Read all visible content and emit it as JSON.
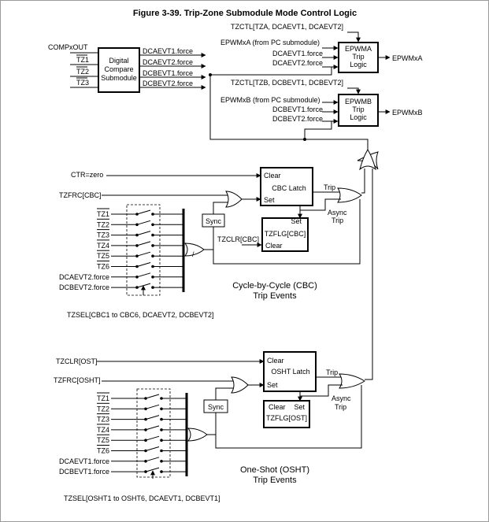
{
  "title": "Figure 3-39. Trip-Zone Submodule Mode Control Logic",
  "dc": {
    "inputs": [
      "COMPxOUT",
      "TZ1",
      "TZ2",
      "TZ3"
    ],
    "box": [
      "Digital",
      "Compare",
      "Submodule"
    ],
    "outputs": [
      "DCAEVT1.force",
      "DCAEVT2.force",
      "DCBEVT1.force",
      "DCBEVT2.force"
    ]
  },
  "epwma": {
    "tzctl": "TZCTL[TZA, DCAEVT1, DCAEVT2]",
    "inputs": [
      "EPWMxA (from PC submodule)",
      "DCAEVT1.force",
      "DCAEVT2.force"
    ],
    "box": [
      "EPWMA",
      "Trip",
      "Logic"
    ],
    "output": "EPWMxA"
  },
  "epwmb": {
    "tzctl": "TZCTL[TZB, DCBEVT1, DCBEVT2]",
    "inputs": [
      "EPWMxB (from PC submodule)",
      "DCBEVT1.force",
      "DCBEVT2.force"
    ],
    "box": [
      "EPWMB",
      "Trip",
      "Logic"
    ],
    "output": "EPWMxB"
  },
  "cbc": {
    "ctr": "CTR=zero",
    "tzfrc": "TZFRC[CBC]",
    "latch": {
      "clear": "Clear",
      "name": "CBC Latch",
      "set": "Set"
    },
    "sync": "Sync",
    "tzflg": {
      "set": "Set",
      "name": "TZFLG[CBC]",
      "clear": "Clear"
    },
    "tzclr": "TZCLR[CBC]",
    "trip": "Trip",
    "async": [
      "Async",
      "Trip"
    ],
    "inputs": [
      "TZ1",
      "TZ2",
      "TZ3",
      "TZ4",
      "TZ5",
      "TZ6",
      "DCAEVT2.force",
      "DCBEVT2.force"
    ],
    "tzsel": "TZSEL[CBC1 to CBC6, DCAEVT2, DCBEVT2]",
    "label": [
      "Cycle-by-Cycle (CBC)",
      "Trip Events"
    ]
  },
  "osht": {
    "tzclr": "TZCLR[OST]",
    "tzfrc": "TZFRC[OSHT]",
    "latch": {
      "clear": "Clear",
      "name": "OSHT Latch",
      "set": "Set"
    },
    "sync": "Sync",
    "tzflg": {
      "clear": "Clear",
      "set": "Set",
      "name": "TZFLG[OST]"
    },
    "trip": "Trip",
    "async": [
      "Async",
      "Trip"
    ],
    "inputs": [
      "TZ1",
      "TZ2",
      "TZ3",
      "TZ4",
      "TZ5",
      "TZ6",
      "DCAEVT1.force",
      "DCBEVT1.force"
    ],
    "tzsel": "TZSEL[OSHT1 to OSHT6, DCAEVT1, DCBEVT1]",
    "label": [
      "One-Shot (OSHT)",
      "Trip Events"
    ]
  }
}
